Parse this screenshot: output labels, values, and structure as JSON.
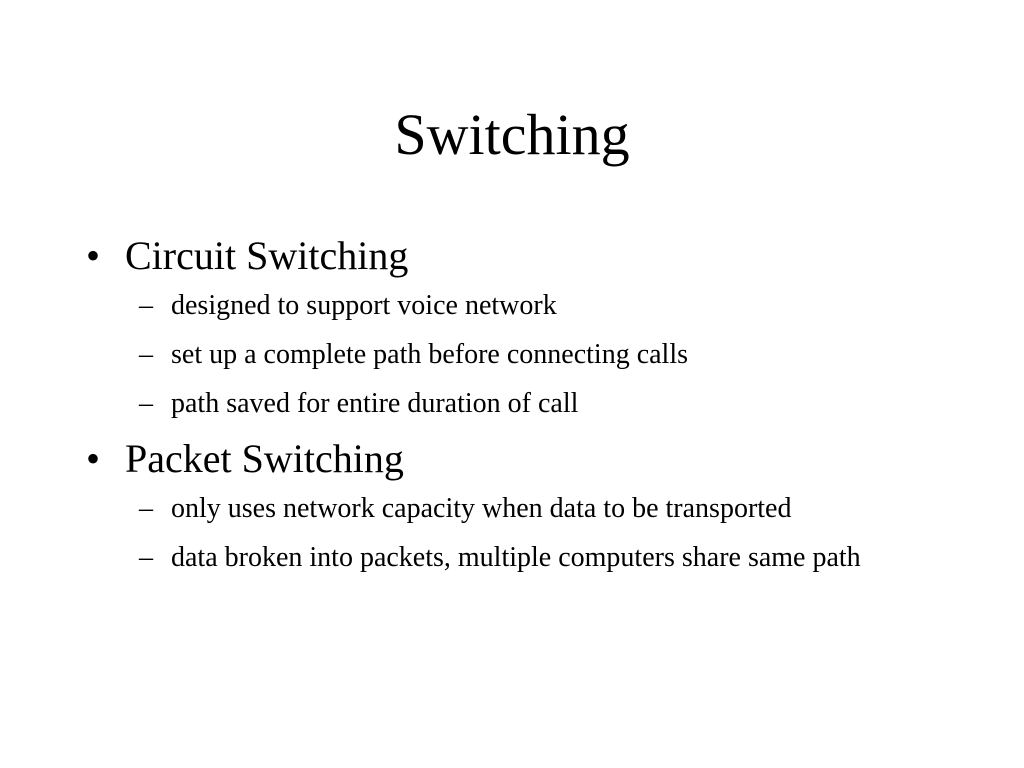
{
  "slide": {
    "title": "Switching",
    "bullet_marker": "•",
    "sub_marker": "–",
    "bullets": [
      {
        "label": "Circuit Switching",
        "subitems": [
          "designed to support voice network",
          "set up a complete path before connecting calls",
          "path saved for entire duration of call"
        ]
      },
      {
        "label": "Packet Switching",
        "subitems": [
          "only uses network capacity when data to be transported",
          "data broken into packets, multiple computers share same path"
        ]
      }
    ]
  }
}
